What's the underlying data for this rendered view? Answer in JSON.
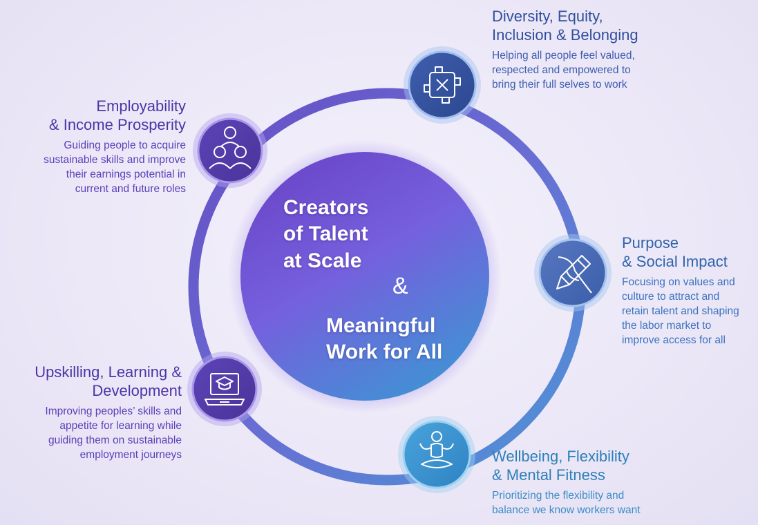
{
  "center": {
    "line1": "Creators",
    "line2": "of Talent",
    "line3": "at Scale",
    "ampersand": "&",
    "line4": "Meaningful",
    "line5": "Work for All"
  },
  "pillars": [
    {
      "heading_1": "Diversity, Equity,",
      "heading_2": "Inclusion & Belonging",
      "desc_1": "Helping all people feel valued,",
      "desc_2": "respected and empowered to",
      "desc_3": "bring their full selves to work",
      "icon": "joined-hands-icon",
      "color": "#2f4f9e"
    },
    {
      "heading_1": "Employability",
      "heading_2": "& Income Prosperity",
      "desc_1": "Guiding people to acquire",
      "desc_2": "sustainable skills and improve",
      "desc_3": "their earnings potential in",
      "desc_4": "current and future roles",
      "icon": "people-group-icon",
      "color": "#4b35a6"
    },
    {
      "heading_1": "Purpose",
      "heading_2": "& Social Impact",
      "desc_1": "Focusing on values and",
      "desc_2": "culture to attract and",
      "desc_3": "retain talent and shaping",
      "desc_4": "the labor market to",
      "desc_5": "improve access for all",
      "icon": "pencil-compass-icon",
      "color": "#2f63ad"
    },
    {
      "heading_1": "Upskilling, Learning &",
      "heading_2": "Development",
      "desc_1": "Improving peoples’ skills and",
      "desc_2": "appetite for learning while",
      "desc_3": "guiding them on sustainable",
      "desc_4": "employment journeys",
      "icon": "laptop-graduation-cap-icon",
      "color": "#4b35a6"
    },
    {
      "heading_1": "Wellbeing, Flexibility",
      "heading_2": "& Mental Fitness",
      "desc_1": "Prioritizing the flexibility and",
      "desc_2": "balance we know workers want",
      "icon": "meditation-icon",
      "color": "#2d7fb9"
    }
  ]
}
